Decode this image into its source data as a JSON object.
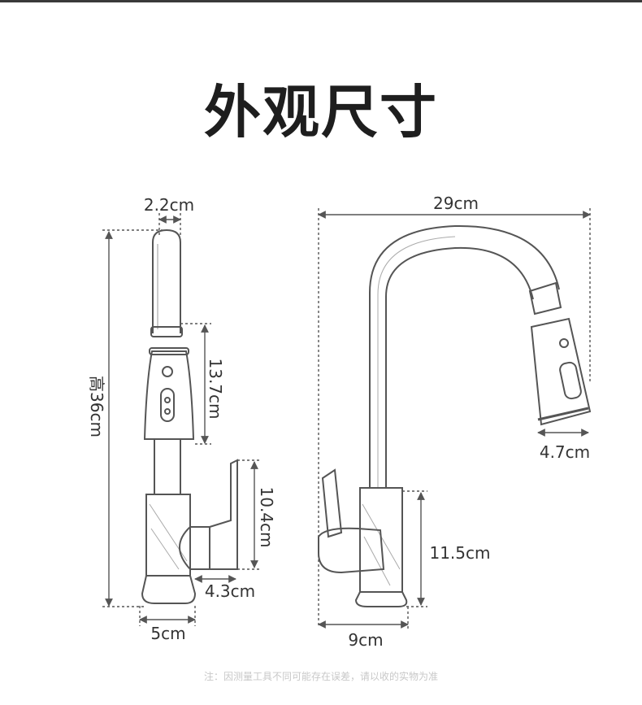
{
  "title": "外观尺寸",
  "front_view": {
    "top_width": "2.2cm",
    "height": "高36cm",
    "sprayer_length": "13.7cm",
    "handle_height": "10.4cm",
    "handle_reach": "4.3cm",
    "base_width": "5cm"
  },
  "side_view": {
    "reach": "29cm",
    "sprayer_diameter": "4.7cm",
    "body_height": "11.5cm",
    "base_width": "9cm"
  },
  "note": "注：因测量工具不同可能存在误差，请以收的实物为准",
  "colors": {
    "line": "#555555",
    "text": "#333333",
    "note": "#c8c8c8"
  }
}
